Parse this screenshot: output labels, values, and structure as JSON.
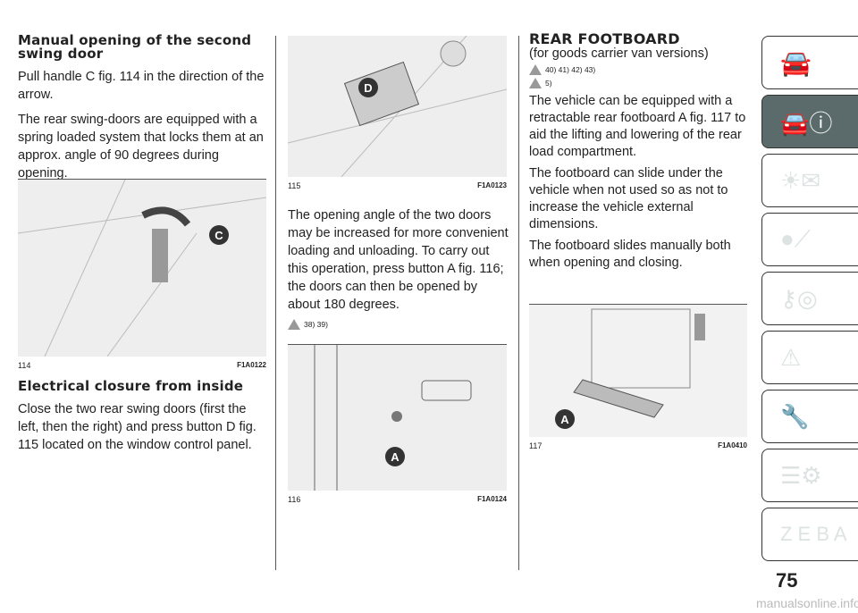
{
  "col1": {
    "heading1": "Manual opening of the second swing door",
    "p1": "Pull handle C fig. 114 in the direction of the arrow.",
    "p2": "The rear swing-doors are equipped with a spring loaded system that locks them at an approx. angle of 90 degrees during opening.",
    "fig": {
      "num": "114",
      "code": "F1A0122",
      "label": "C"
    },
    "heading2": "Electrical closure from inside",
    "p3": "Close the two rear swing doors (first the left, then the right) and press button D fig. 115 located on the window control panel."
  },
  "col2": {
    "fig1": {
      "num": "115",
      "code": "F1A0123",
      "label": "D"
    },
    "p1": "The opening angle of the two doors may be increased for more convenient loading and unloading. To carry out this operation, press button A fig. 116; the doors can then be opened by about 180 degrees.",
    "warn": "38) 39)",
    "fig2": {
      "num": "116",
      "code": "F1A0124",
      "label": "A"
    }
  },
  "col3": {
    "heading": "REAR FOOTBOARD",
    "subtitle": "(for goods carrier van versions)",
    "warn1": "40) 41) 42) 43)",
    "warn2": "5)",
    "p1": "The vehicle can be equipped with a retractable rear footboard A fig. 117 to aid the lifting and lowering of the rear load compartment.",
    "p2": "The footboard can slide under the vehicle when not used so as not to increase the vehicle external dimensions.",
    "p3": "The footboard slides manually both when opening and closing.",
    "fig": {
      "num": "117",
      "code": "F1A0410",
      "label": "A"
    }
  },
  "sidebar": [
    "car-search-icon",
    "car-info-icon",
    "lights-message-icon",
    "airbag-seat-icon",
    "key-steering-icon",
    "breakdown-warning-icon",
    "car-wrench-icon",
    "list-gear-icon",
    "index-search-icon"
  ],
  "page_number": "75",
  "watermark": "manualsonline.info"
}
